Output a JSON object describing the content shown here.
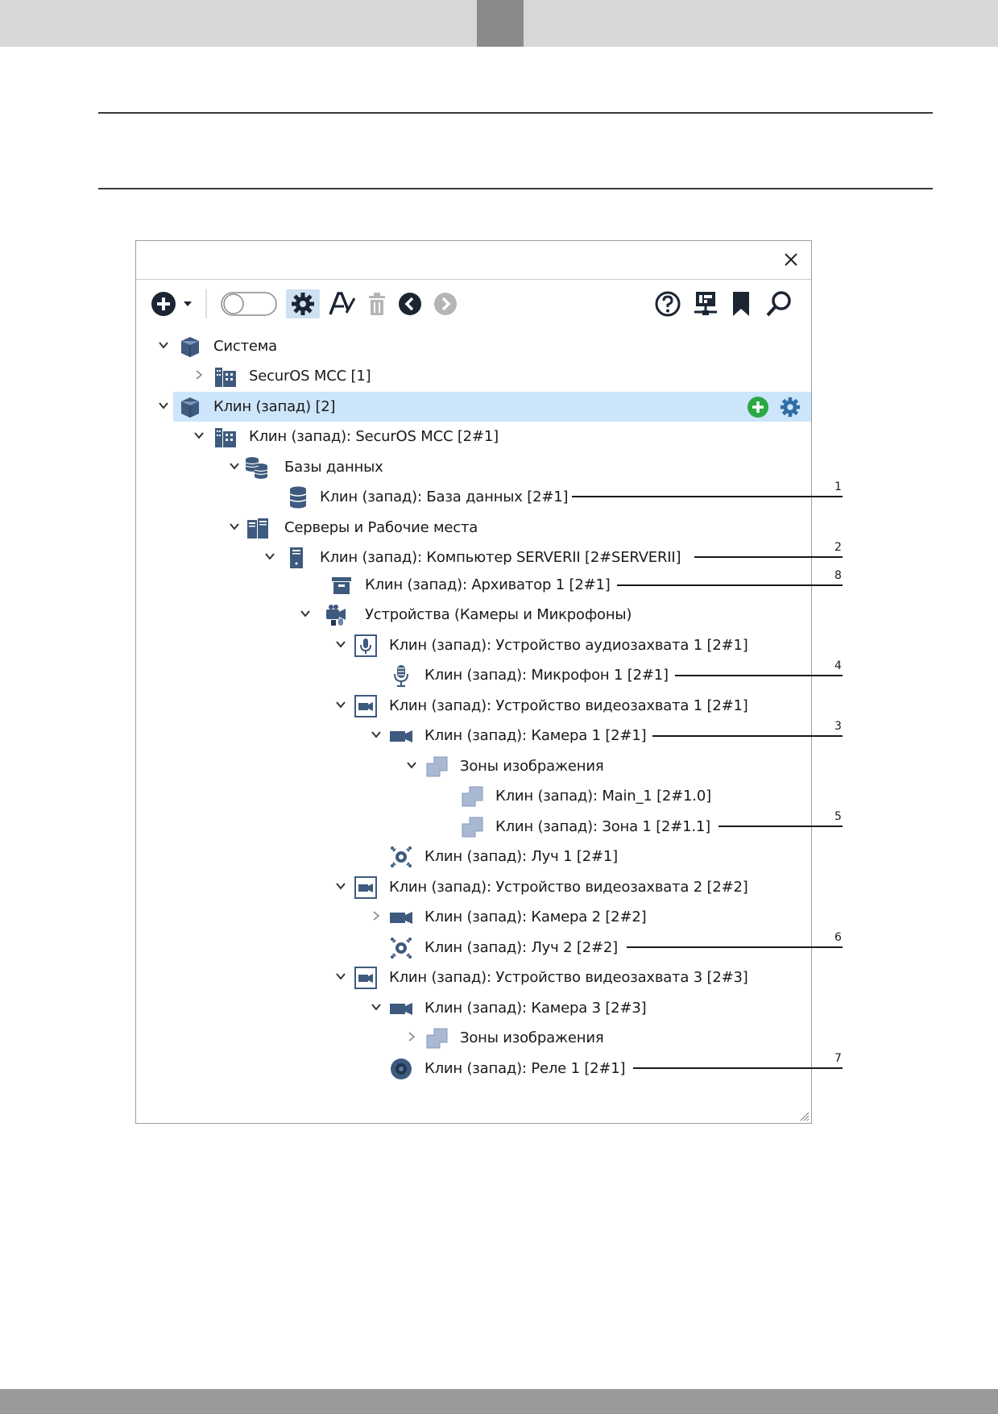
{
  "window": {
    "close_icon": "close-icon"
  },
  "toolbar": {
    "icons": [
      "add-icon",
      "dropdown-caret-icon",
      "toggle-switch",
      "settings-icon",
      "rename-icon",
      "delete-icon",
      "back-icon",
      "forward-icon",
      "help-icon",
      "network-icon",
      "bookmark-icon",
      "search-icon"
    ]
  },
  "tree": {
    "rows": [
      {
        "label": "Система"
      },
      {
        "label": "SecurOS MCC [1]"
      },
      {
        "label": "Клин (запад) [2]"
      },
      {
        "label": "Клин (запад): SecurOS MCC [2#1]"
      },
      {
        "label": "Базы данных"
      },
      {
        "label": "Клин (запад): База данных [2#1]"
      },
      {
        "label": "Серверы и Рабочие места"
      },
      {
        "label": "Клин (запад): Компьютер SERVERII [2#SERVERII]"
      },
      {
        "label": "Клин (запад): Архиватор 1 [2#1]"
      },
      {
        "label": "Устройства (Камеры и Микрофоны)"
      },
      {
        "label": "Клин (запад): Устройство аудиозахвата 1 [2#1]"
      },
      {
        "label": "Клин (запад): Микрофон 1 [2#1]"
      },
      {
        "label": "Клин (запад): Устройство видеозахвата 1 [2#1]"
      },
      {
        "label": "Клин (запад): Камера 1 [2#1]"
      },
      {
        "label": "Зоны изображения"
      },
      {
        "label": "Клин (запад): Main_1 [2#1.0]"
      },
      {
        "label": "Клин (запад): Зона 1 [2#1.1]"
      },
      {
        "label": "Клин (запад): Луч 1 [2#1]"
      },
      {
        "label": "Клин (запад): Устройство видеозахвата 2 [2#2]"
      },
      {
        "label": "Клин (запад): Камера 2 [2#2]"
      },
      {
        "label": "Клин (запад): Луч 2 [2#2]"
      },
      {
        "label": "Клин (запад): Устройство видеозахвата 3 [2#3]"
      },
      {
        "label": "Клин (запад): Камера 3 [2#3]"
      },
      {
        "label": "Зоны изображения"
      },
      {
        "label": "Клин (запад): Реле 1 [2#1]"
      }
    ]
  },
  "callouts": [
    "1",
    "2",
    "8",
    "4",
    "3",
    "5",
    "6",
    "7"
  ],
  "colors": {
    "accent_blue": "#2f6ea5",
    "selection": "#cde5fb",
    "add_green": "#2aa845",
    "icon_slate": "#3e5a7e"
  }
}
